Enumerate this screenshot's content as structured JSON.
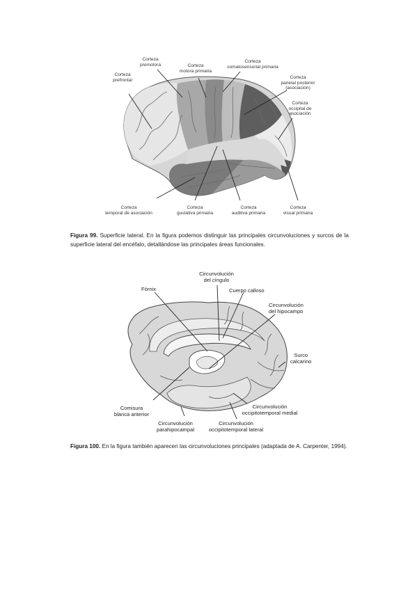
{
  "figure99": {
    "labels": {
      "premotora": [
        "Corteza",
        "premotora"
      ],
      "prefrontal": [
        "Corteza",
        "prefrontal"
      ],
      "motora": [
        "Corteza",
        "motora primaria"
      ],
      "somato": [
        "Corteza",
        "somatosensorial primaria"
      ],
      "parietal": [
        "Corteza",
        "parietal posterior",
        "(asociación)"
      ],
      "occipital": [
        "Corteza",
        "occipital de",
        "asociación"
      ],
      "temporal": [
        "Corteza",
        "temporal de asociación"
      ],
      "gustativa": [
        "Corteza",
        "gustativa primaria"
      ],
      "auditiva": [
        "Corteza",
        "auditiva primaria"
      ],
      "visual": [
        "Corteza",
        "visual primaria"
      ]
    },
    "caption_title": "Figura 99.",
    "caption_text": " Superficie lateral. En la figura podemos distinguir las principales circunvoluciones y surcos de la superficie lateral del encéfalo, detallándose las principales áreas funcionales."
  },
  "figure100": {
    "labels": {
      "cingulo": [
        "Circunvolución",
        "del cíngulo"
      ],
      "fornix": [
        "Fórnix"
      ],
      "calloso": [
        "Cuerpo calloso"
      ],
      "hipocampo": [
        "Circunvolución",
        "del hipocampo"
      ],
      "calcarino": [
        "Surco",
        "calcarino"
      ],
      "comisura": [
        "Comisura",
        "blanca anterior"
      ],
      "medial": [
        "Circunvolución",
        "occipitotemporal medial"
      ],
      "parahipo": [
        "Circunvolución",
        "parahipocampal"
      ],
      "lateral": [
        "Circunvolución",
        "occipitotemporal lateral"
      ]
    },
    "caption_title": "Figura 100.",
    "caption_text": " En la figura también aparecen las circunvoluciones principales (adaptada de A. Carpenter, 1994)."
  }
}
